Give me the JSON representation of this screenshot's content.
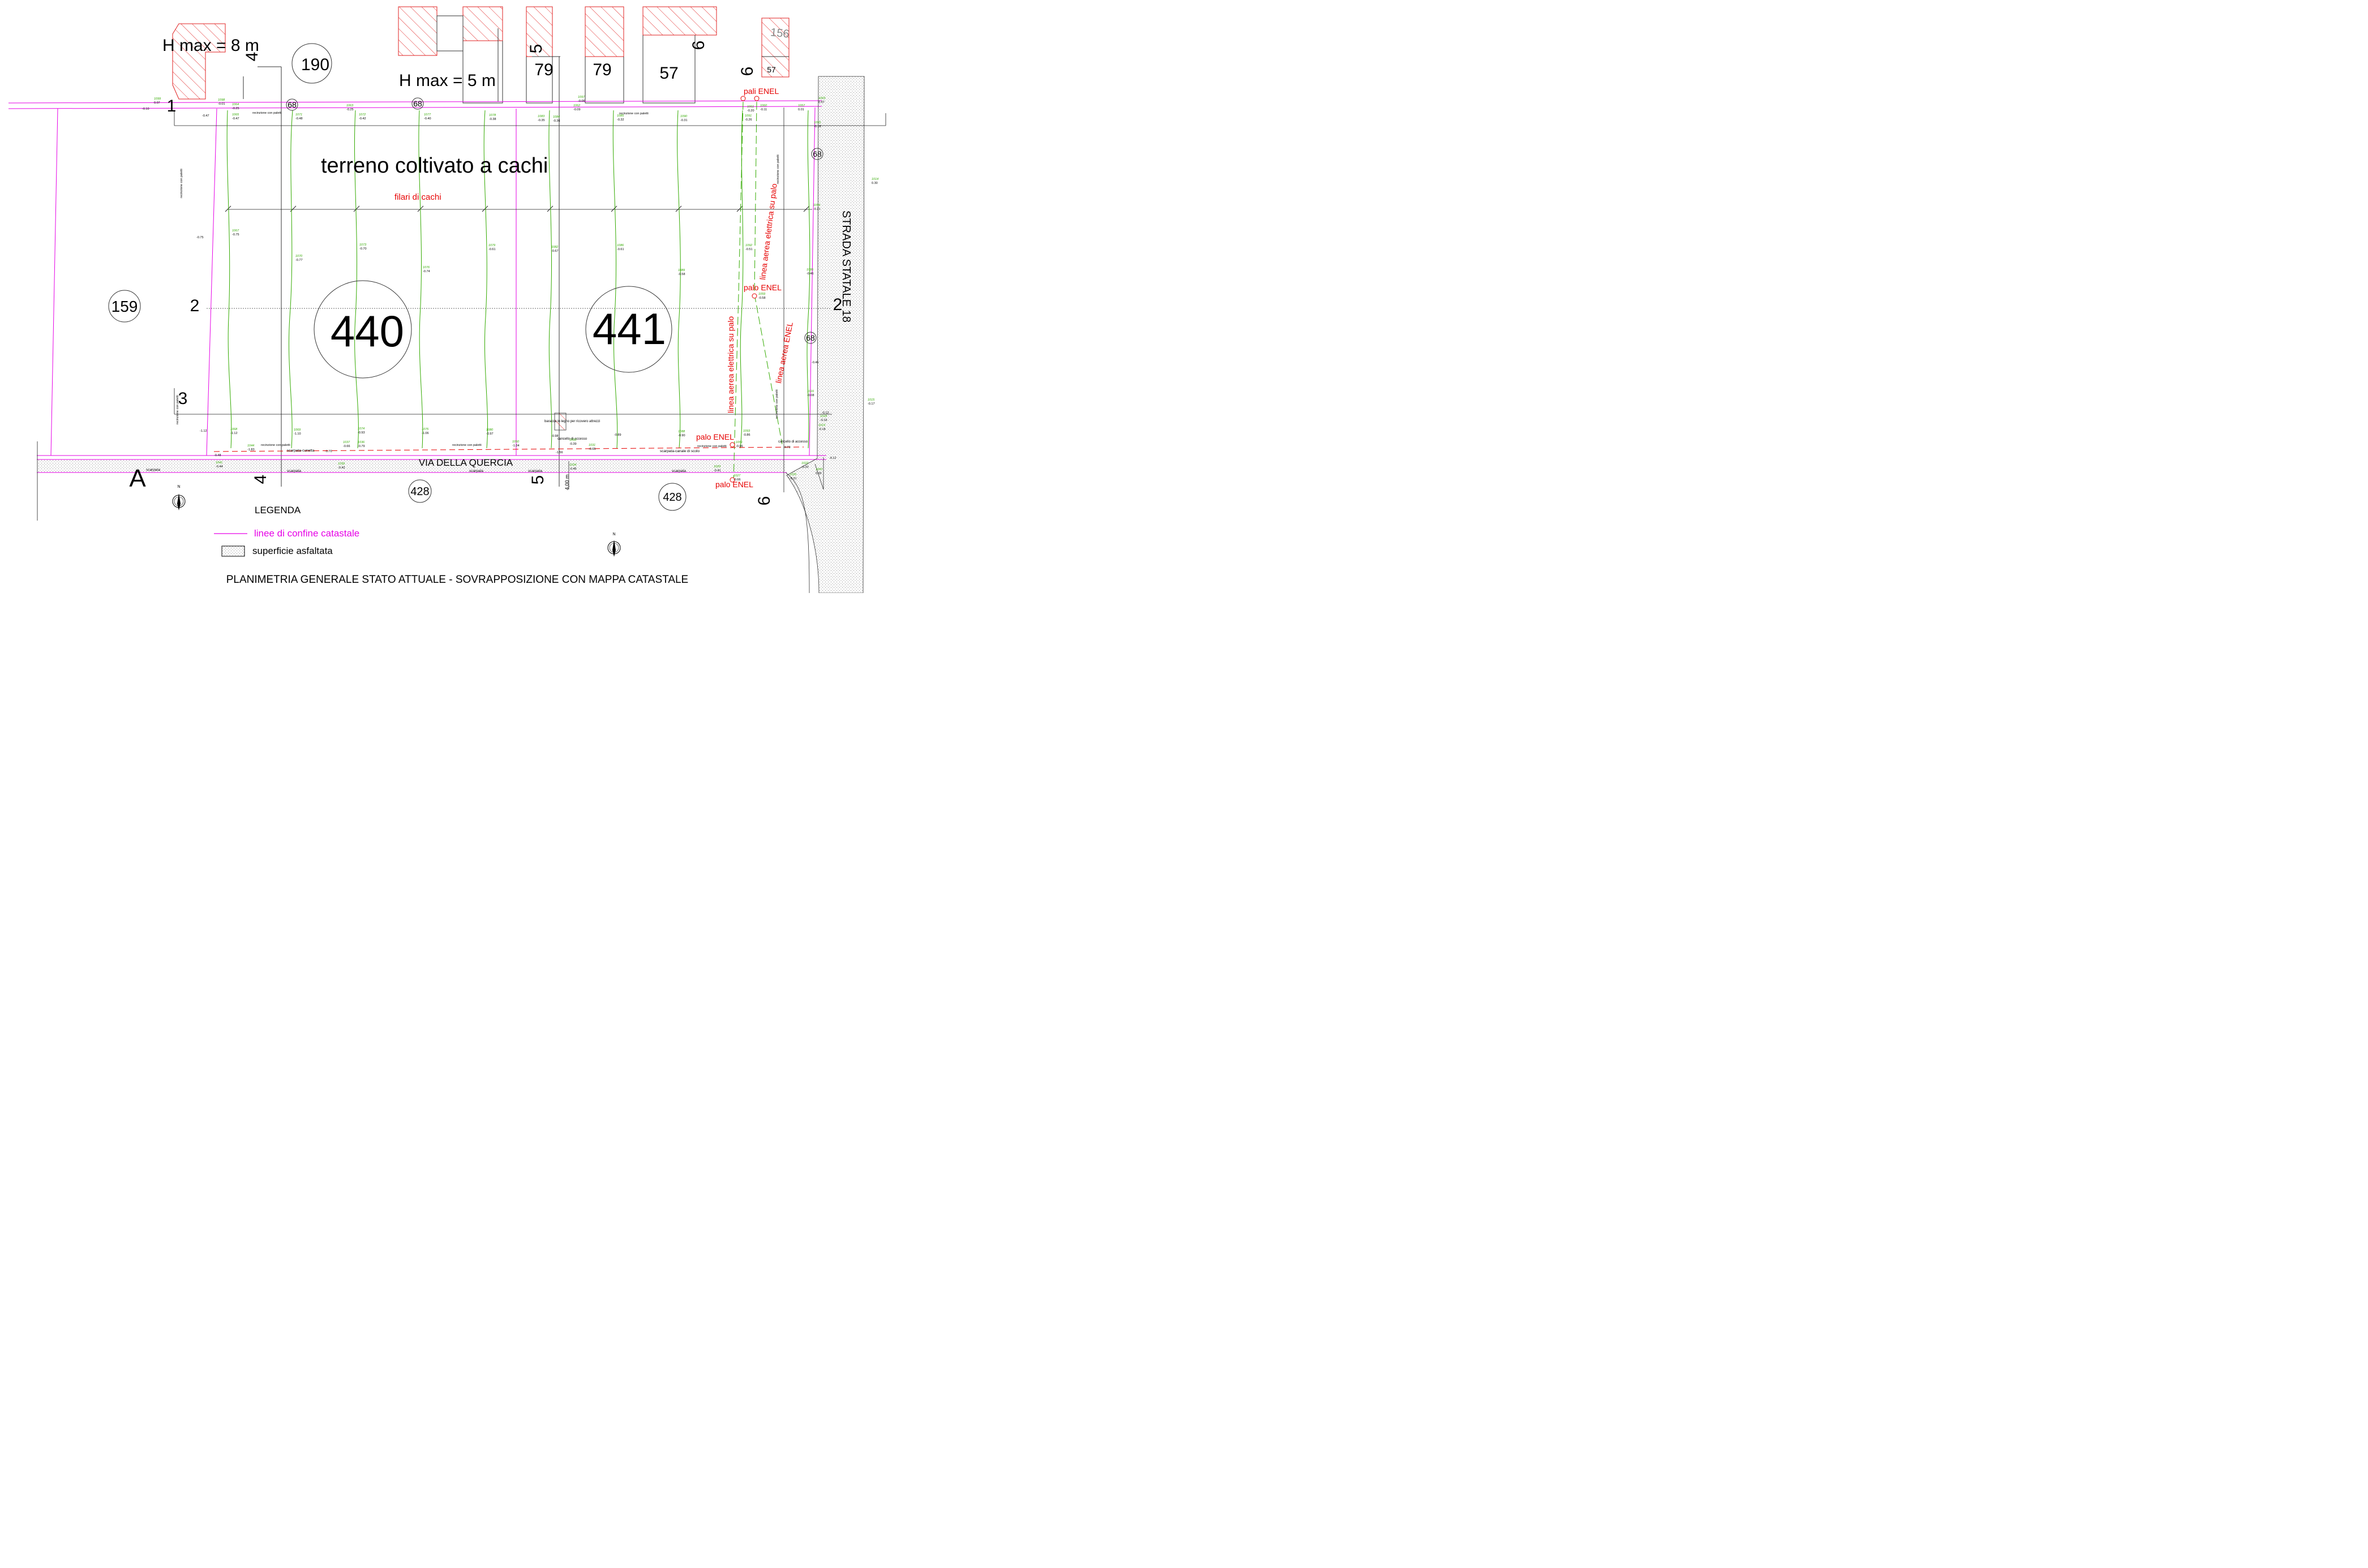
{
  "title": "PLANIMETRIA GENERALE  STATO ATTUALE -  SOVRAPPOSIZIONE  CON MAPPA CATASTALE",
  "colors": {
    "boundary": "#e600e6",
    "enel": "#e60000",
    "survey_green": "#33aa00",
    "line": "#000000",
    "hatch": "#e02020"
  },
  "area": {
    "label": "terreno  coltivato a cachi",
    "rows_label": "filari di cachi",
    "fence": "recinzione con paletti"
  },
  "height_limits": {
    "north_west": "H max = 8 m",
    "north": "H max = 5 m"
  },
  "parcels": {
    "p440": "440",
    "p441": "441",
    "p159": "159",
    "p190": "190",
    "p428a": "428",
    "p428b": "428",
    "p68a": "68",
    "p68b": "68",
    "p68c": "68",
    "p68d": "68",
    "p79a": "79",
    "p79b": "79",
    "p57a": "57",
    "p57b": "57",
    "p156": "156"
  },
  "sections": {
    "s1": "1",
    "s2l": "2",
    "s2r": "2",
    "s3": "3",
    "sA": "A",
    "s4t": "4",
    "s4b": "4",
    "s5t": "5",
    "s5b": "5",
    "s6a": "6",
    "s6b": "6",
    "s6c": "6"
  },
  "roads": {
    "via": "VIA DELLA QUERCIA",
    "statale": "STRADA STATALE 18",
    "scarpata": "scarpata",
    "scarpata_cunetta": "scarpata-cunetta",
    "scarpata_canale": "scarpata-canale di scolo",
    "width": "4,00 m"
  },
  "enel": {
    "pali": "pali ENEL",
    "palo1": "palo ENEL",
    "palo2": "palo ENEL",
    "palo3": "palo ENEL",
    "line1": "linea aerea elettrica su palo",
    "line2": "linea aerea elettrica su palo",
    "line3": "linea aerea ENEL"
  },
  "features": {
    "baracca": "baracca in legno per ricovero attrezzi",
    "cancello1": "cancello di accesso",
    "cancello2": "cancello di accesso"
  },
  "legend": {
    "title": "LEGENDA",
    "boundary": "linee di confine catastale",
    "asphalt": "superficie asfaltata",
    "north": "N"
  },
  "spot_heights": [
    {
      "id": "1099",
      "v": "0.07"
    },
    {
      "id": "1098",
      "v": "-0.01"
    },
    {
      "id": "1064",
      "v": "-0.25"
    },
    {
      "id": "1063",
      "v": "-0.25"
    },
    {
      "id": "1097",
      "v": "-0.06"
    },
    {
      "id": "1062",
      "v": "-0.09"
    },
    {
      "id": "1061",
      "v": "-0.20"
    },
    {
      "id": "1060",
      "v": "-0.11"
    },
    {
      "id": "1003",
      "v": "0.57"
    },
    {
      "id": "1057",
      "v": "0.01"
    },
    {
      "id": "1065",
      "v": "-0.47"
    },
    {
      "id": "1071",
      "v": "-0.48"
    },
    {
      "id": "1072",
      "v": "-0.42"
    },
    {
      "id": "1077",
      "v": "-0.40"
    },
    {
      "id": "1078",
      "v": "-0.38"
    },
    {
      "id": "1083",
      "v": "-0.35"
    },
    {
      "id": "1084",
      "v": "-0.36"
    },
    {
      "id": "1085",
      "v": "-0.32"
    },
    {
      "id": "1090",
      "v": "-0.31"
    },
    {
      "id": "1091",
      "v": "-0.26"
    },
    {
      "id": "1055",
      "v": "-0.15"
    },
    {
      "id": "1014",
      "v": "0.30"
    },
    {
      "id": "1054",
      "v": "-0.21"
    },
    {
      "id": "1067",
      "v": "-0.75"
    },
    {
      "id": "1070",
      "v": "-0.77"
    },
    {
      "id": "1073",
      "v": "-0.70"
    },
    {
      "id": "1076",
      "v": "-0.74"
    },
    {
      "id": "1079",
      "v": "-0.61"
    },
    {
      "id": "1082",
      "v": "-0.67"
    },
    {
      "id": "1086",
      "v": "-0.61"
    },
    {
      "id": "1089",
      "v": "-0.58"
    },
    {
      "id": "1092",
      "v": "-0.51"
    },
    {
      "id": "1095",
      "v": "-0.46"
    },
    {
      "id": "1059",
      "v": "-0.58"
    },
    {
      "id": "1016",
      "v": "-0.08"
    },
    {
      "id": "1015",
      "v": "-0.17"
    },
    {
      "id": "1068",
      "v": "-1.12"
    },
    {
      "id": "1069",
      "v": "-1.10"
    },
    {
      "id": "1074",
      "v": "-0.93"
    },
    {
      "id": "1075",
      "v": "-1.06"
    },
    {
      "id": "1080",
      "v": "-0.97"
    },
    {
      "id": "1088",
      "v": "-0.90"
    },
    {
      "id": "1093",
      "v": "-0.86"
    },
    {
      "id": "1018",
      "v": "-0.16"
    },
    {
      "id": "1019",
      "v": "-0.18"
    },
    {
      "id": "1044",
      "v": "-1.83"
    },
    {
      "id": "1037",
      "v": "-0.66"
    },
    {
      "id": "1036",
      "v": "-0.79"
    },
    {
      "id": "1050",
      "v": "-1.04"
    },
    {
      "id": "1033",
      "v": "-0.39"
    },
    {
      "id": "1031",
      "v": "-0.65"
    },
    {
      "id": "1051",
      "v": "-0.96"
    },
    {
      "id": "1041",
      "v": "-0.44"
    },
    {
      "id": "1039",
      "v": "-0.42"
    },
    {
      "id": "1034",
      "v": "-0.46"
    },
    {
      "id": "1029",
      "v": "-0.41"
    },
    {
      "id": "1022",
      "v": "-0.20"
    },
    {
      "id": "1025",
      "v": "-0.31"
    },
    {
      "id": "1000",
      "v": "0.00"
    },
    {
      "id": "1027",
      "v": "-0.66"
    }
  ],
  "loose_heights": {
    "a": "-0.10",
    "b": "-0.47",
    "c": "-0.75",
    "d": "-1.12",
    "e": "-0.89",
    "f": "-0.46",
    "g": "-0.12",
    "h": "-0.12",
    "i": "-1.70",
    "j": "-1.56",
    "k": "-0.98",
    "l": "-0.73",
    "m": "-0.48"
  }
}
